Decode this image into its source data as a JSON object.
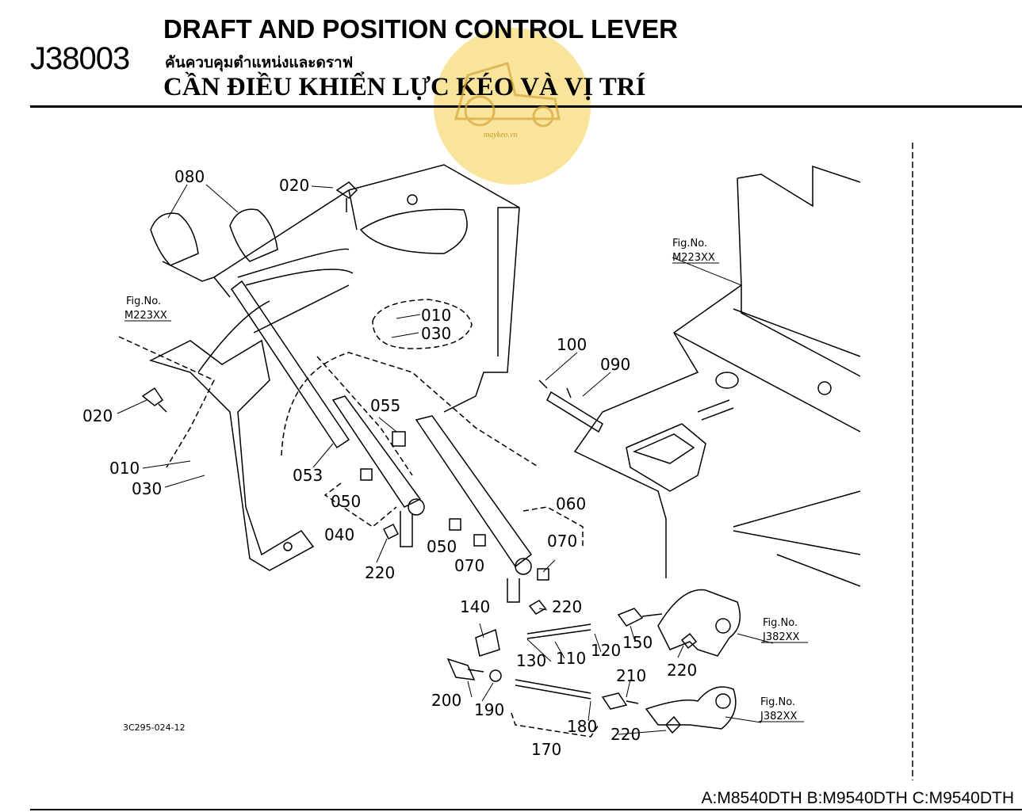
{
  "header": {
    "code": "J38003",
    "title_en": "DRAFT AND POSITION CONTROL LEVER",
    "title_th": "คันควบคุมตำแหน่งและดราฟ",
    "title_vi": "CẦN ĐIỀU KHIỂN LỰC KÉO VÀ VỊ TRÍ"
  },
  "watermark": {
    "text": "maykeo.vn",
    "color": "#f8df8a"
  },
  "drawing_number": "3C295-024-12",
  "figure_references": [
    {
      "label": "Fig.No.",
      "ref": "M223XX"
    },
    {
      "label": "Fig.No.",
      "ref": "M223XX"
    },
    {
      "label": "Fig.No.",
      "ref": "J382XX"
    },
    {
      "label": "Fig.No.",
      "ref": "J382XX"
    }
  ],
  "part_labels": [
    "080",
    "020",
    "010",
    "030",
    "020",
    "010",
    "030",
    "055",
    "053",
    "050",
    "040",
    "220",
    "050",
    "070",
    "060",
    "070",
    "100",
    "090",
    "220",
    "140",
    "130",
    "110",
    "120",
    "150",
    "220",
    "200",
    "190",
    "210",
    "180",
    "220",
    "170"
  ],
  "models": "A:M8540DTH B:M9540DTH C:M9540DTH"
}
